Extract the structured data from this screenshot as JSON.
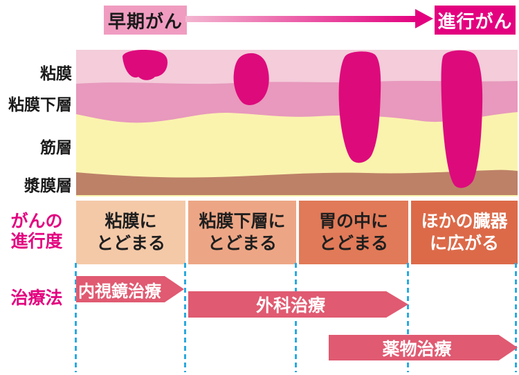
{
  "header": {
    "early_label": "早期がん",
    "advanced_label": "進行がん"
  },
  "tissue_layers": {
    "labels": [
      "粘膜",
      "粘膜下層",
      "筋層",
      "漿膜層"
    ],
    "colors": {
      "mucosa": "#f4ccda",
      "submucosa": "#e899bd",
      "muscle": "#faf3ae",
      "serosa": "#bd8168",
      "tumor": "#dd0a7c"
    },
    "tumor_depths": [
      "mucosa",
      "submucosa",
      "muscle",
      "through-serosa"
    ]
  },
  "progression": {
    "row_label_line1": "がんの",
    "row_label_line2": "進行度",
    "stages": [
      {
        "line1": "粘膜に",
        "line2": "とどまる",
        "color": "#f4c9a8"
      },
      {
        "line1": "粘膜下層に",
        "line2": "とどまる",
        "color": "#eda685"
      },
      {
        "line1": "胃の中に",
        "line2": "とどまる",
        "color": "#e17a58"
      },
      {
        "line1": "ほかの臓器",
        "line2": "に広がる",
        "color": "#dc6a49"
      }
    ]
  },
  "treatments": {
    "row_label": "治療法",
    "items": [
      {
        "label": "内視鏡治療",
        "spans_stages": "1"
      },
      {
        "label": "外科治療",
        "spans_stages": "2-3"
      },
      {
        "label": "薬物治療",
        "spans_stages": "3-4"
      }
    ]
  },
  "palette": {
    "early_box": "#f09cc1",
    "advanced_box": "#e3017f",
    "label_magenta": "#e3017f",
    "treatment_arrow": "#e05a71",
    "guide_dash": "#2aa9e0",
    "text_black": "#1a1a1a"
  }
}
